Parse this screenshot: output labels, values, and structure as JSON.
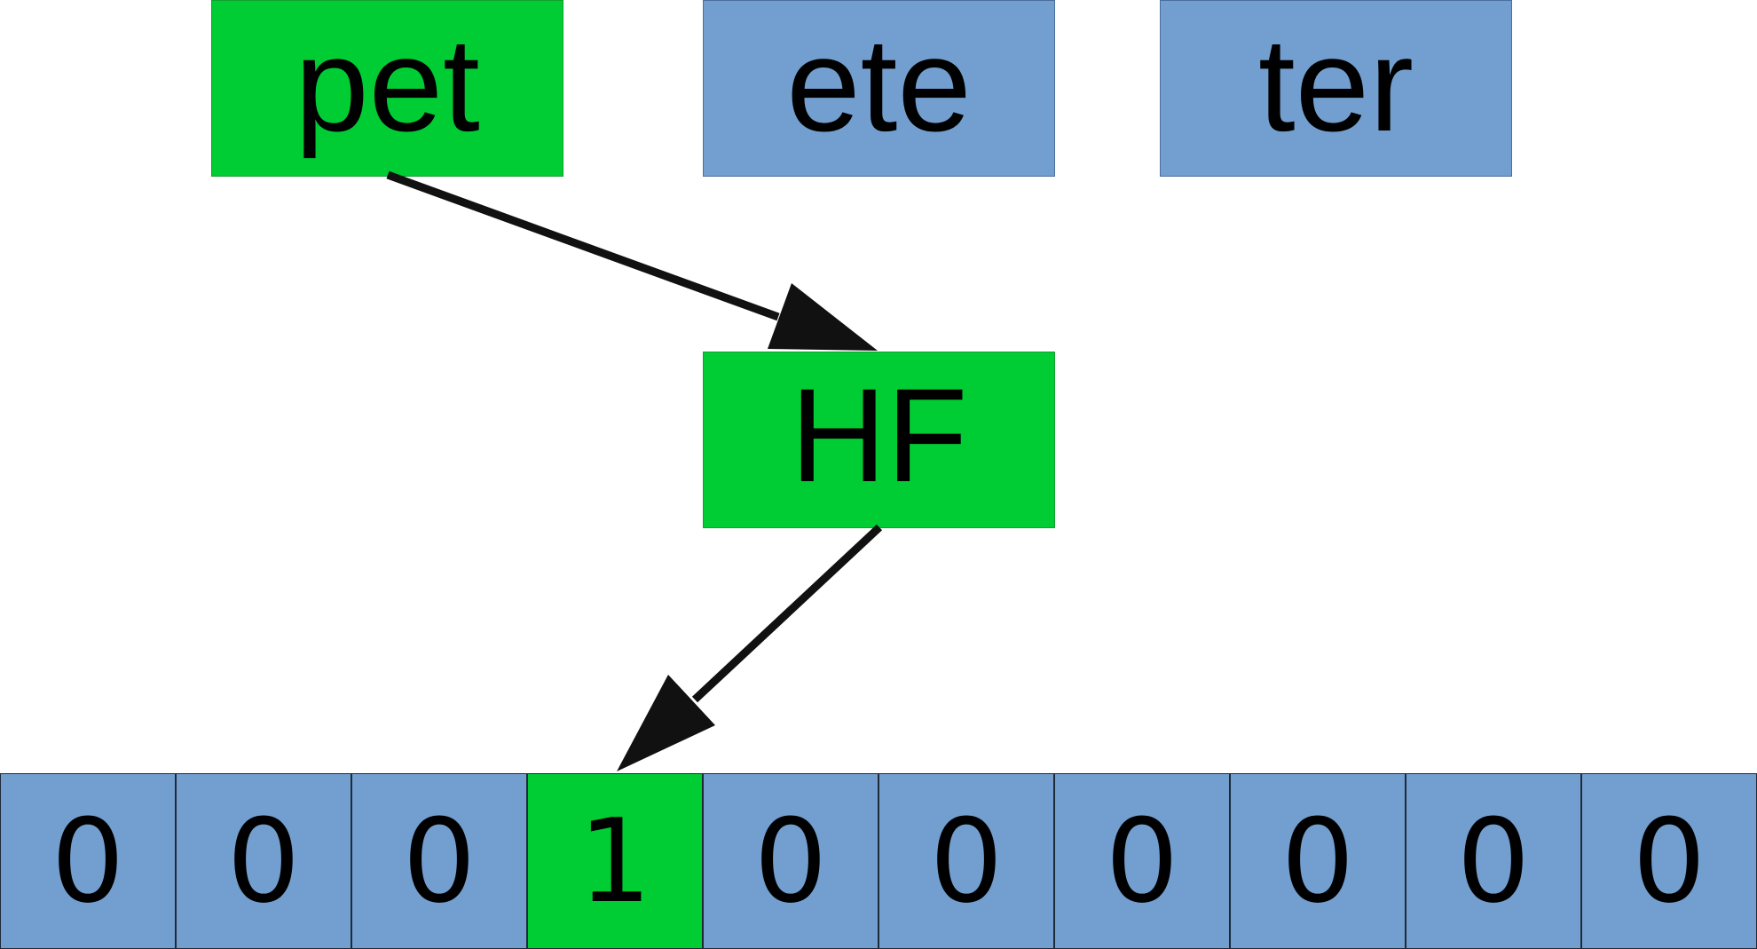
{
  "colors": {
    "highlight": "#00cc33",
    "default": "#729fcf",
    "arrow": "#111111"
  },
  "tokens": [
    {
      "label": "pet",
      "highlighted": true
    },
    {
      "label": "ete",
      "highlighted": false
    },
    {
      "label": "ter",
      "highlighted": false
    }
  ],
  "hash_function": {
    "label": "HF"
  },
  "bit_array": [
    {
      "value": "0",
      "highlighted": false
    },
    {
      "value": "0",
      "highlighted": false
    },
    {
      "value": "0",
      "highlighted": false
    },
    {
      "value": "1",
      "highlighted": true
    },
    {
      "value": "0",
      "highlighted": false
    },
    {
      "value": "0",
      "highlighted": false
    },
    {
      "value": "0",
      "highlighted": false
    },
    {
      "value": "0",
      "highlighted": false
    },
    {
      "value": "0",
      "highlighted": false
    },
    {
      "value": "0",
      "highlighted": false
    }
  ]
}
